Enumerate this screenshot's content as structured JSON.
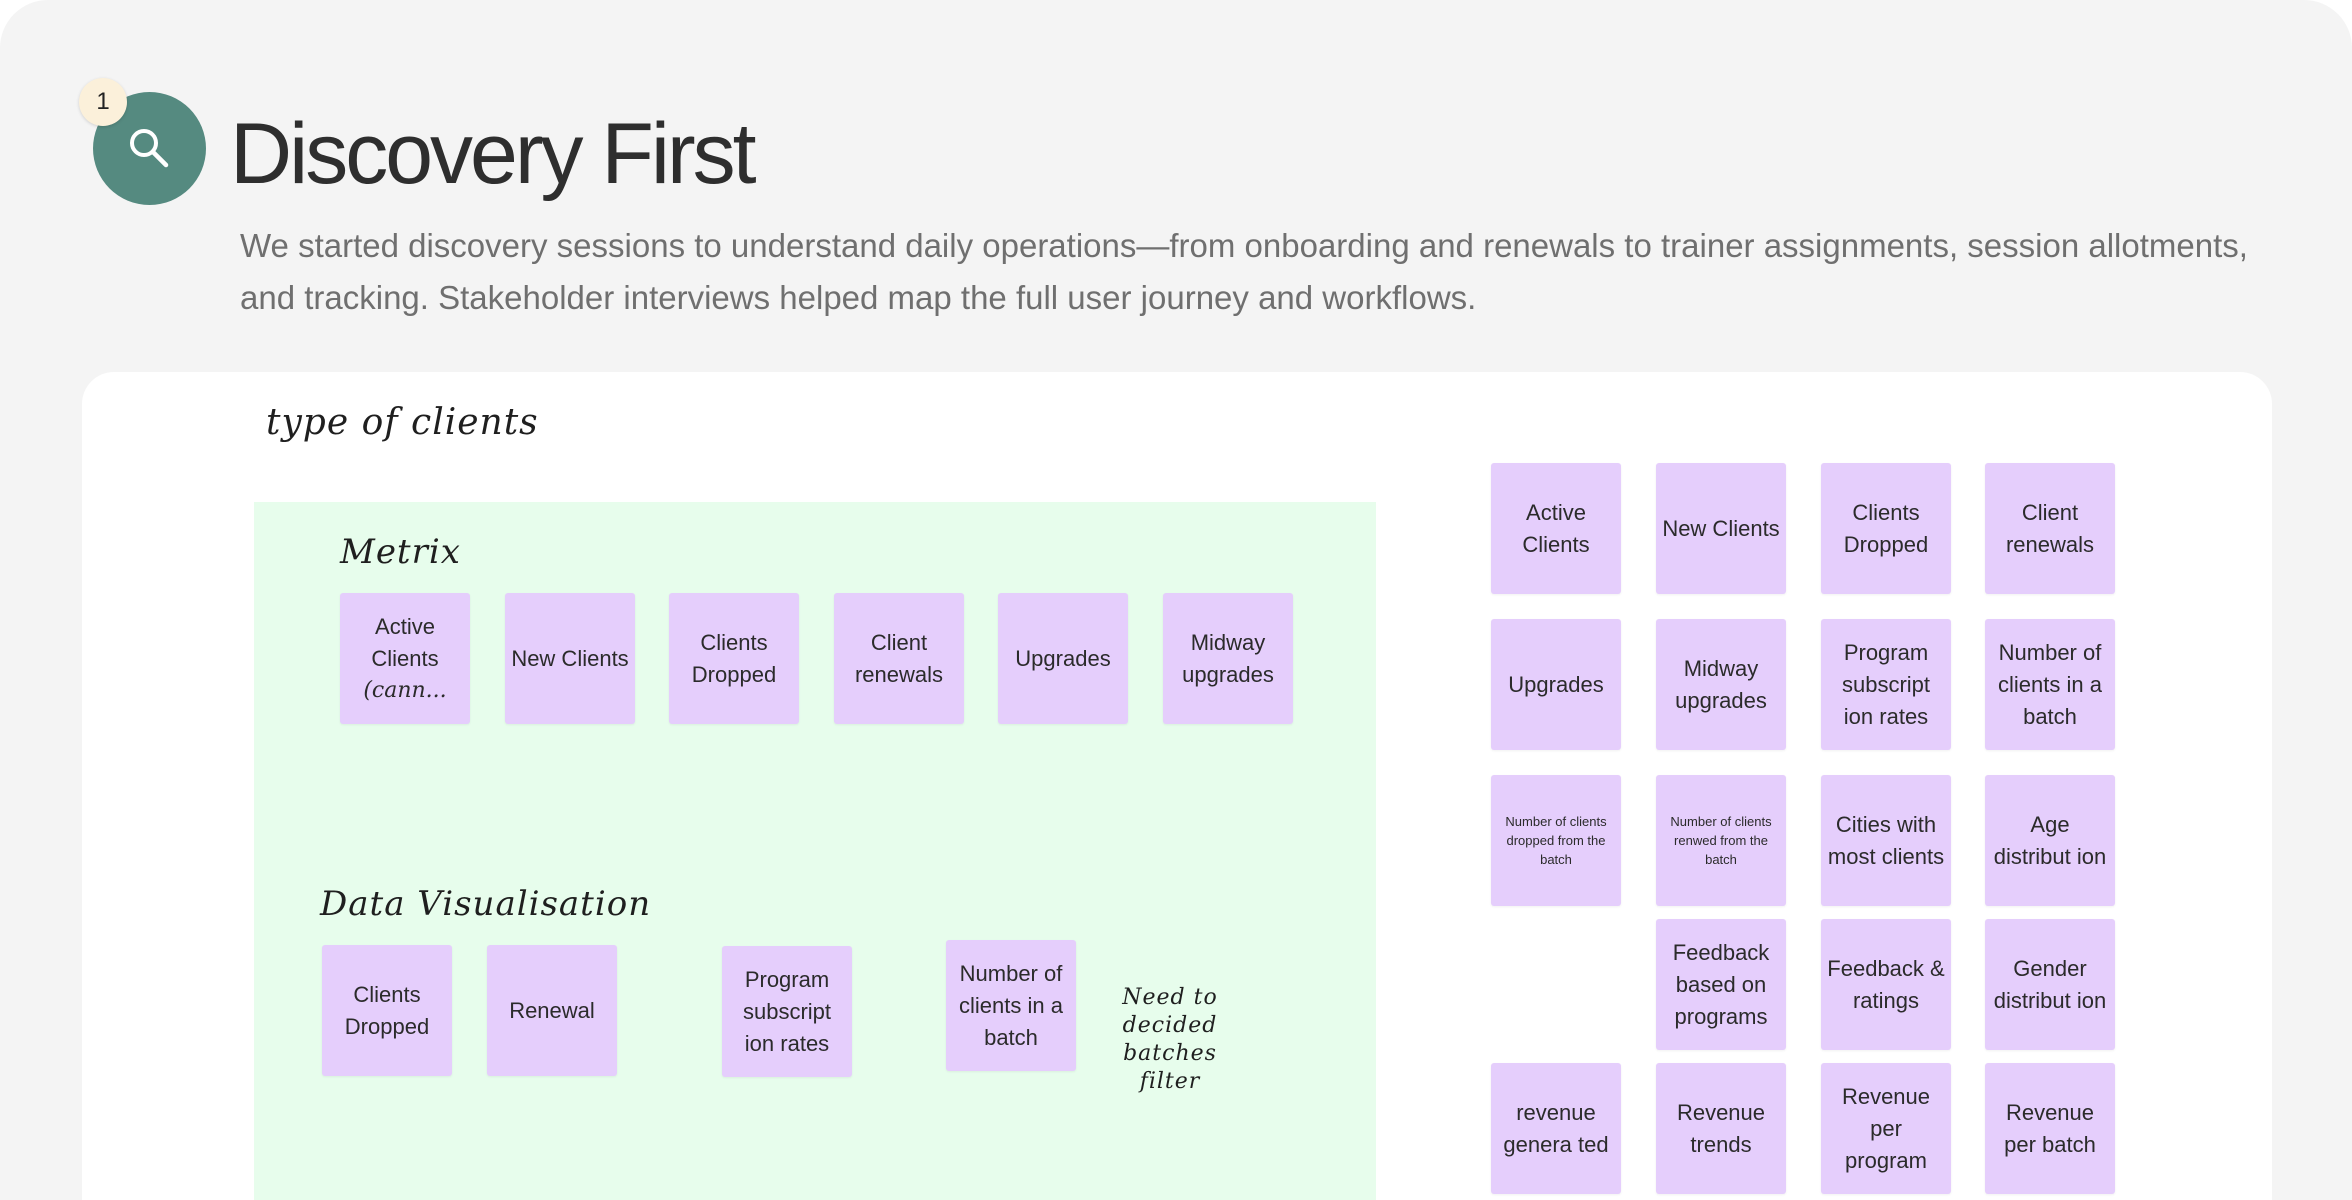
{
  "header": {
    "step_number": "1",
    "title": "Discovery First",
    "description": "We started discovery sessions to understand daily operations—from onboarding and renewals to trainer assignments, session allotments, and tracking. Stakeholder interviews helped map the full user journey and workflows."
  },
  "board": {
    "title": "type of clients",
    "metrix_label": "Metrix",
    "viz_label": "Data Visualisation",
    "note": "Need to decided batches filter",
    "metrix": [
      {
        "line1": "Active Clients",
        "line2": "(cann..."
      },
      {
        "line1": "New Clients"
      },
      {
        "line1": "Clients Dropped"
      },
      {
        "line1": "Client renewals"
      },
      {
        "line1": "Upgrades"
      },
      {
        "line1": "Midway upgrades"
      }
    ],
    "viz": [
      {
        "line1": "Clients Dropped"
      },
      {
        "line1": "Renewal"
      },
      {
        "line1": "Program subscript ion rates"
      },
      {
        "line1": "Number of clients in a batch"
      }
    ],
    "grid": [
      {
        "line1": "Active Clients"
      },
      {
        "line1": "New Clients"
      },
      {
        "line1": "Clients Dropped"
      },
      {
        "line1": "Client renewals"
      },
      {
        "line1": "Upgrades"
      },
      {
        "line1": "Midway upgrades"
      },
      {
        "line1": "Program subscript ion rates"
      },
      {
        "line1": "Number of clients in a batch"
      },
      {
        "line1": "Number of clients dropped from the batch"
      },
      {
        "line1": "Number of clients renwed from the batch"
      },
      {
        "line1": "Cities with most clients"
      },
      {
        "line1": "Age distribut ion"
      },
      {
        "line1": "Feedback based on programs"
      },
      {
        "line1": "Feedback & ratings"
      },
      {
        "line1": "Gender distribut ion"
      },
      {
        "line1": "revenue genera ted"
      },
      {
        "line1": "Revenue trends"
      },
      {
        "line1": "Revenue per program"
      },
      {
        "line1": "Revenue per batch"
      }
    ]
  },
  "colors": {
    "background": "#f4f4f4",
    "icon_circle": "#558a80",
    "badge": "#fbf0da",
    "zone": "#e7fdec",
    "sticky": "#e5cefc"
  },
  "icons": {
    "header_icon": "search-icon"
  }
}
